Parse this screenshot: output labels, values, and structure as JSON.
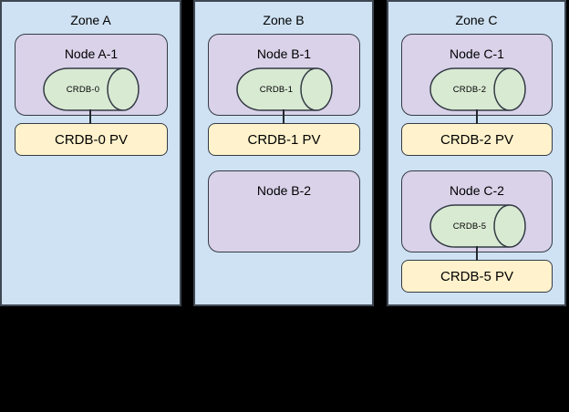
{
  "diagram": {
    "zones": [
      {
        "label": "Zone A",
        "units": [
          {
            "node_label": "Node A-1",
            "cylinder_label": "CRDB-0",
            "pv_label": "CRDB-0 PV"
          }
        ]
      },
      {
        "label": "Zone B",
        "units": [
          {
            "node_label": "Node B-1",
            "cylinder_label": "CRDB-1",
            "pv_label": "CRDB-1 PV"
          },
          {
            "node_label": "Node B-2"
          }
        ]
      },
      {
        "label": "Zone C",
        "units": [
          {
            "node_label": "Node C-1",
            "cylinder_label": "CRDB-2",
            "pv_label": "CRDB-2 PV"
          },
          {
            "node_label": "Node C-2",
            "cylinder_label": "CRDB-5",
            "pv_label": "CRDB-5 PV"
          }
        ]
      }
    ],
    "colors": {
      "background": "#000000",
      "zone_fill": "#cfe2f3",
      "node_fill": "#d9d2e9",
      "cylinder_fill": "#d9ead3",
      "pv_fill": "#fff2cc",
      "border": "#343b44"
    }
  }
}
